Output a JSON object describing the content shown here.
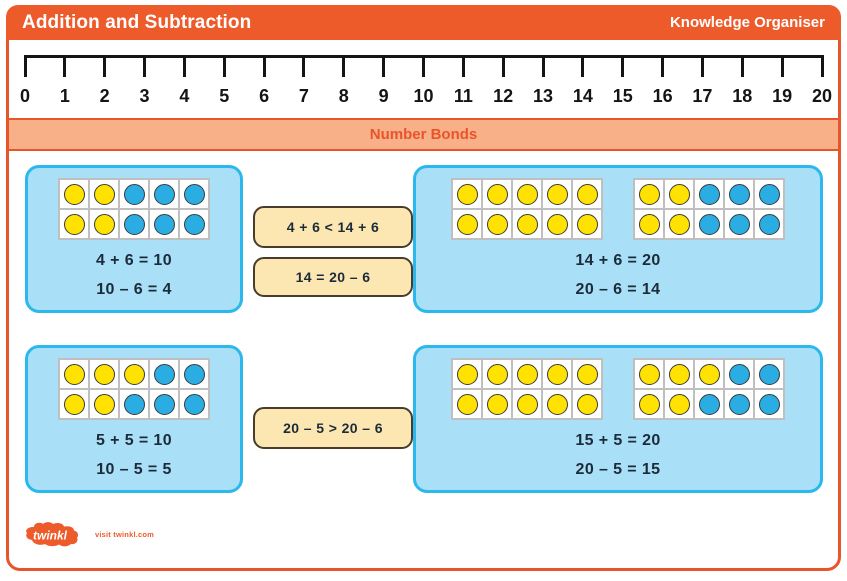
{
  "header": {
    "title": "Addition and Subtraction",
    "subtitle": "Knowledge Organiser",
    "bg_color": "#EE5B2B"
  },
  "number_line": {
    "ticks": [
      "0",
      "1",
      "2",
      "3",
      "4",
      "5",
      "6",
      "7",
      "8",
      "9",
      "10",
      "11",
      "12",
      "13",
      "14",
      "15",
      "16",
      "17",
      "18",
      "19",
      "20"
    ],
    "min": 0,
    "max": 20
  },
  "section": {
    "title": "Number Bonds",
    "band_color": "#F7B088",
    "text_color": "#E8552B"
  },
  "colors": {
    "counter_yellow": "#FFE200",
    "counter_blue": "#29ADE3",
    "panel_fill": "#A9E0F7",
    "panel_border": "#2BB8EC",
    "compare_fill": "#FCE7B2",
    "compare_border": "#4A3B2A",
    "frame_border": "#E8552B"
  },
  "rows": [
    {
      "left_panel": {
        "frames": [
          {
            "top": [
              "yellow",
              "yellow",
              "blue",
              "blue",
              "blue"
            ],
            "bottom": [
              "yellow",
              "yellow",
              "blue",
              "blue",
              "blue"
            ]
          }
        ],
        "equation_1": "4 + 6 = 10",
        "equation_2": "10 – 6 = 4"
      },
      "compare": [
        "4 + 6 <  14 + 6",
        "14 = 20 – 6"
      ],
      "right_panel": {
        "frames": [
          {
            "top": [
              "yellow",
              "yellow",
              "yellow",
              "yellow",
              "yellow"
            ],
            "bottom": [
              "yellow",
              "yellow",
              "yellow",
              "yellow",
              "yellow"
            ]
          },
          {
            "top": [
              "yellow",
              "yellow",
              "blue",
              "blue",
              "blue"
            ],
            "bottom": [
              "yellow",
              "yellow",
              "blue",
              "blue",
              "blue"
            ]
          }
        ],
        "equation_1": "14 + 6 = 20",
        "equation_2": "20 – 6 = 14"
      }
    },
    {
      "left_panel": {
        "frames": [
          {
            "top": [
              "yellow",
              "yellow",
              "yellow",
              "blue",
              "blue"
            ],
            "bottom": [
              "yellow",
              "yellow",
              "blue",
              "blue",
              "blue"
            ]
          }
        ],
        "equation_1": "5 + 5 = 10",
        "equation_2": "10 – 5 = 5"
      },
      "compare": [
        "20 – 5 >  20 – 6"
      ],
      "right_panel": {
        "frames": [
          {
            "top": [
              "yellow",
              "yellow",
              "yellow",
              "yellow",
              "yellow"
            ],
            "bottom": [
              "yellow",
              "yellow",
              "yellow",
              "yellow",
              "yellow"
            ]
          },
          {
            "top": [
              "yellow",
              "yellow",
              "yellow",
              "blue",
              "blue"
            ],
            "bottom": [
              "yellow",
              "yellow",
              "blue",
              "blue",
              "blue"
            ]
          }
        ],
        "equation_1": "15 + 5 = 20",
        "equation_2": "20 – 5 = 15"
      }
    }
  ],
  "footer": {
    "brand": "twinkl",
    "url": "visit twinkl.com",
    "brand_color": "#EE5B2B"
  }
}
